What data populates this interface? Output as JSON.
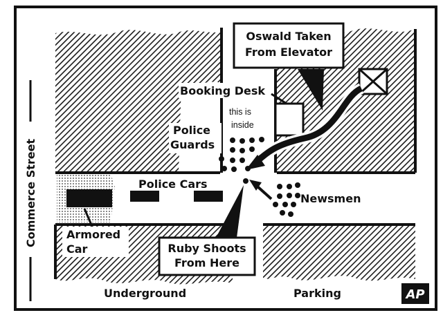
{
  "labels": {
    "commerce_street": "Commerce Street",
    "oswald_line1": "Oswald Taken",
    "oswald_line2": "From Elevator",
    "booking_desk": "Booking Desk",
    "inside_line1": "this is",
    "inside_line2": "inside",
    "guards_line1": "Police",
    "guards_line2": "Guards",
    "police_cars": "Police Cars",
    "newsmen": "Newsmen",
    "armored_line1": "Armored",
    "armored_line2": "Car",
    "ruby_line1": "Ruby Shoots",
    "ruby_line2": "From Here",
    "underground": "Underground",
    "parking": "Parking",
    "ap_logo": "AP"
  },
  "colors": {
    "ink": "#111111",
    "paper": "#ffffff",
    "hatch": "#1a1a1a"
  },
  "icons": {
    "elevator": "elevator-box-icon",
    "logo": "ap-logo-icon"
  }
}
